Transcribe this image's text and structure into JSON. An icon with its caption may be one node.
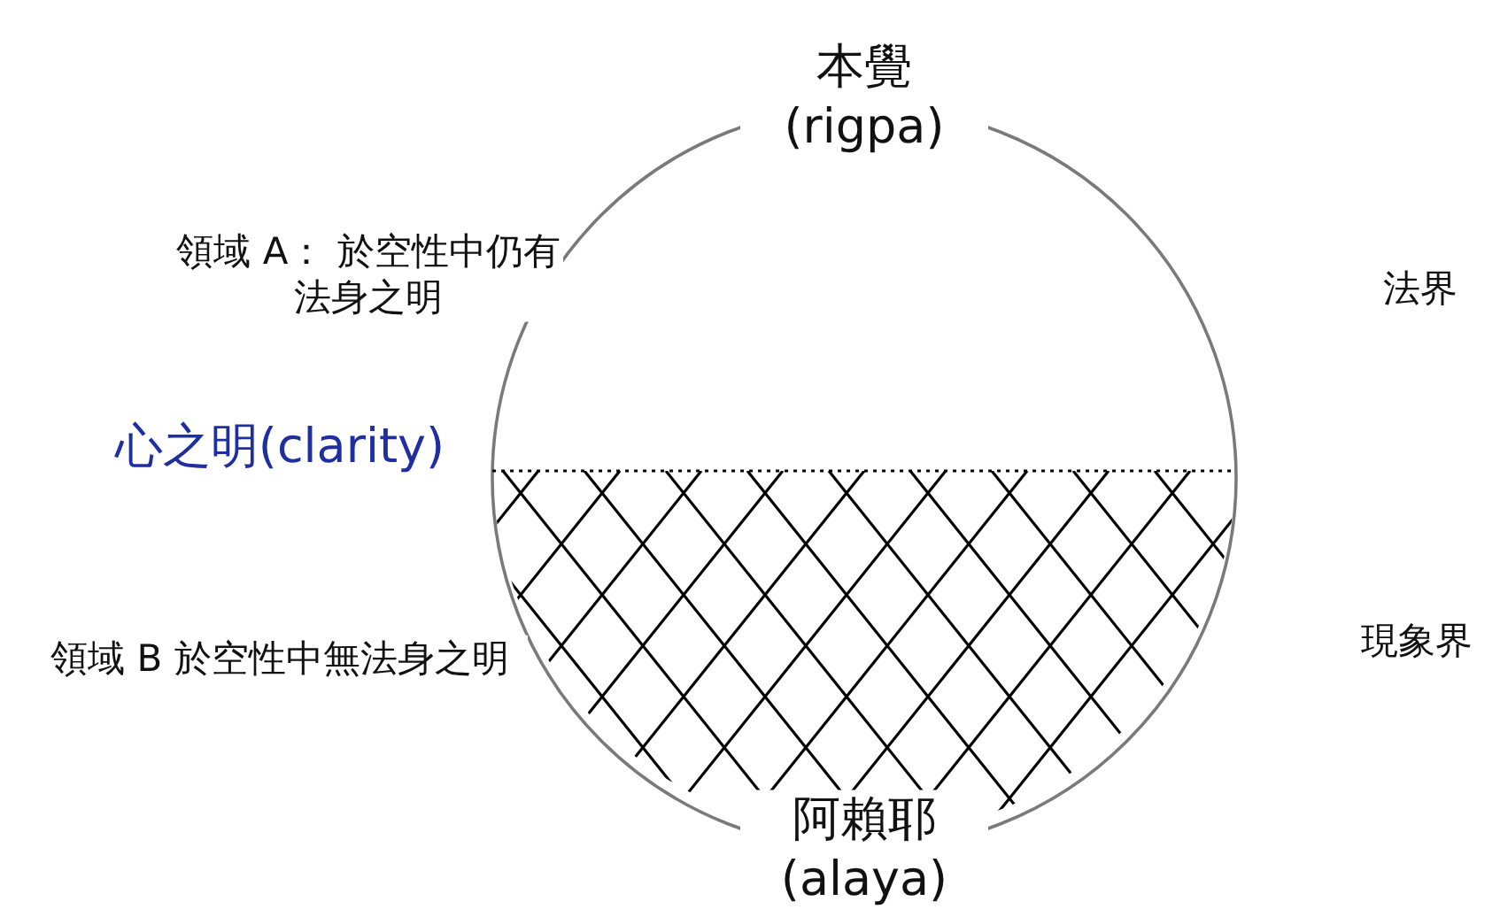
{
  "diagram": {
    "labels": [
      "本覺 (rigpa)",
      "領域 A： 於空性中仍有法身之明",
      "法界",
      "心之明(clarity)",
      "領域 B 於空性中無法身之明",
      "現象界",
      "阿賴耶 (alaya)"
    ]
  }
}
